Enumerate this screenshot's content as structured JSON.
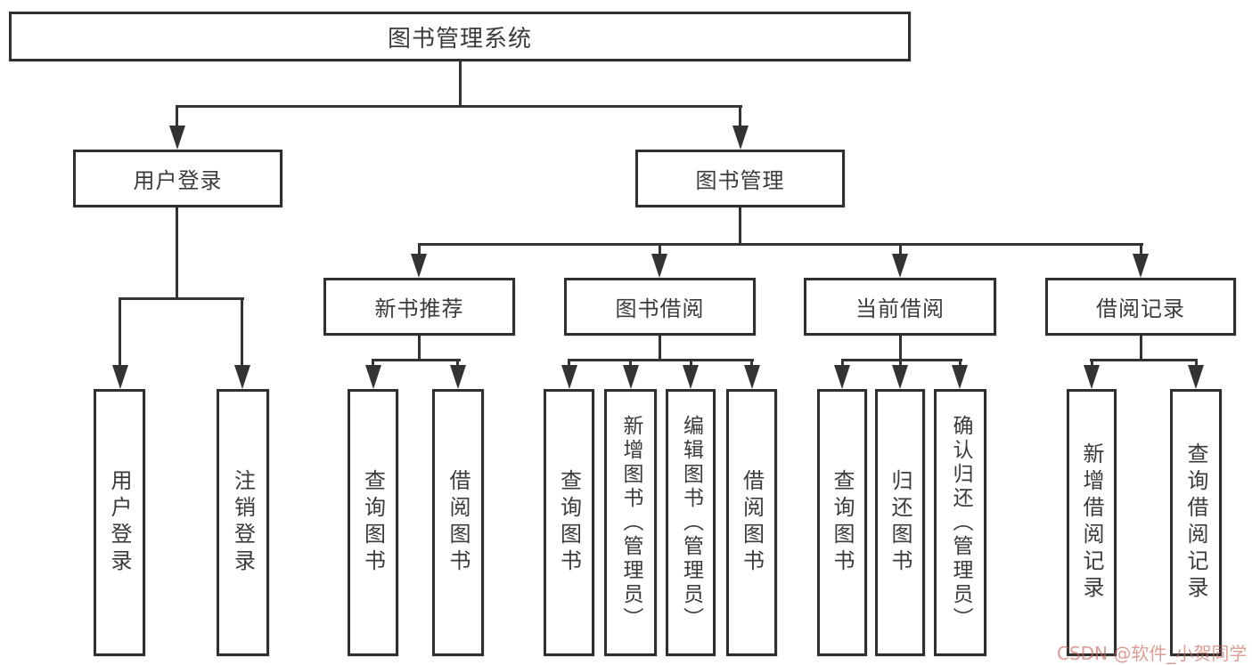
{
  "diagram": {
    "title": "图书管理系统",
    "branches": {
      "user_login": {
        "label": "用户登录",
        "children": [
          {
            "label": "用户登录"
          },
          {
            "label": "注销登录"
          }
        ]
      },
      "book_management": {
        "label": "图书管理",
        "sections": [
          {
            "label": "新书推荐",
            "children": [
              {
                "label": "查询图书"
              },
              {
                "label": "借阅图书"
              }
            ]
          },
          {
            "label": "图书借阅",
            "children": [
              {
                "label": "查询图书"
              },
              {
                "label": "新增图书（管理员）"
              },
              {
                "label": "编辑图书（管理员）"
              },
              {
                "label": "借阅图书"
              }
            ]
          },
          {
            "label": "当前借阅",
            "children": [
              {
                "label": "查询图书"
              },
              {
                "label": "归还图书"
              },
              {
                "label": "确认归还（管理员）"
              }
            ]
          },
          {
            "label": "借阅记录",
            "children": [
              {
                "label": "新增借阅记录"
              },
              {
                "label": "查询借阅记录"
              }
            ]
          }
        ]
      }
    },
    "colors": {
      "line": "#333333",
      "box_border": "#2f2f2f",
      "text": "#3b3b3b",
      "background": "#ffffff",
      "watermark": "#cb665c"
    },
    "watermark": "CSDN @软件_小贺同学"
  }
}
